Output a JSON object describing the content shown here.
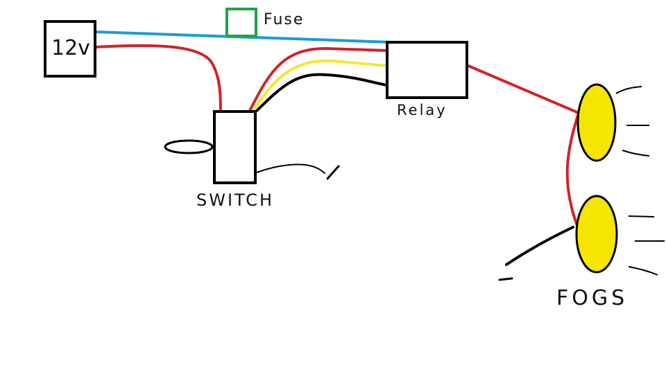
{
  "diagram": {
    "battery_label": "12v",
    "fuse_label": "Fuse",
    "relay_label": "Relay",
    "switch_label": "SWITCH",
    "lights_label": "FOGS"
  },
  "colors": {
    "background": "#ffffff",
    "outline": "#000000",
    "power_wire": "#d0232a",
    "feed_wire": "#1a9bd7",
    "trigger_wire": "#f2ea28",
    "ground_wire": "#000000",
    "fuse": "#22a24a",
    "fog_light": "#f5e600"
  }
}
